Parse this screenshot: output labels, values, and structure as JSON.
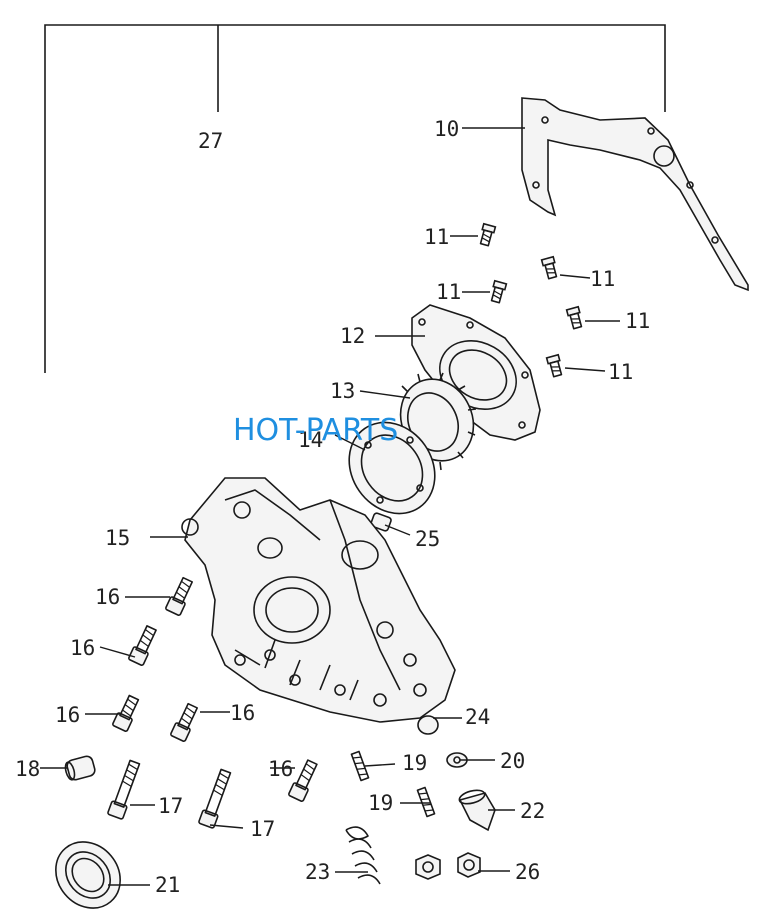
{
  "watermark": "HOT-PARTS",
  "callouts": {
    "c27": "27",
    "c10": "10",
    "c11": "11",
    "c12": "12",
    "c13": "13",
    "c14": "14",
    "c15": "15",
    "c16": "16",
    "c17": "17",
    "c18": "18",
    "c19": "19",
    "c20": "20",
    "c21": "21",
    "c22": "22",
    "c23": "23",
    "c24": "24",
    "c25": "25",
    "c26": "26"
  },
  "colors": {
    "line": "#1a1a1a",
    "watermark": "#1f8fe0"
  }
}
